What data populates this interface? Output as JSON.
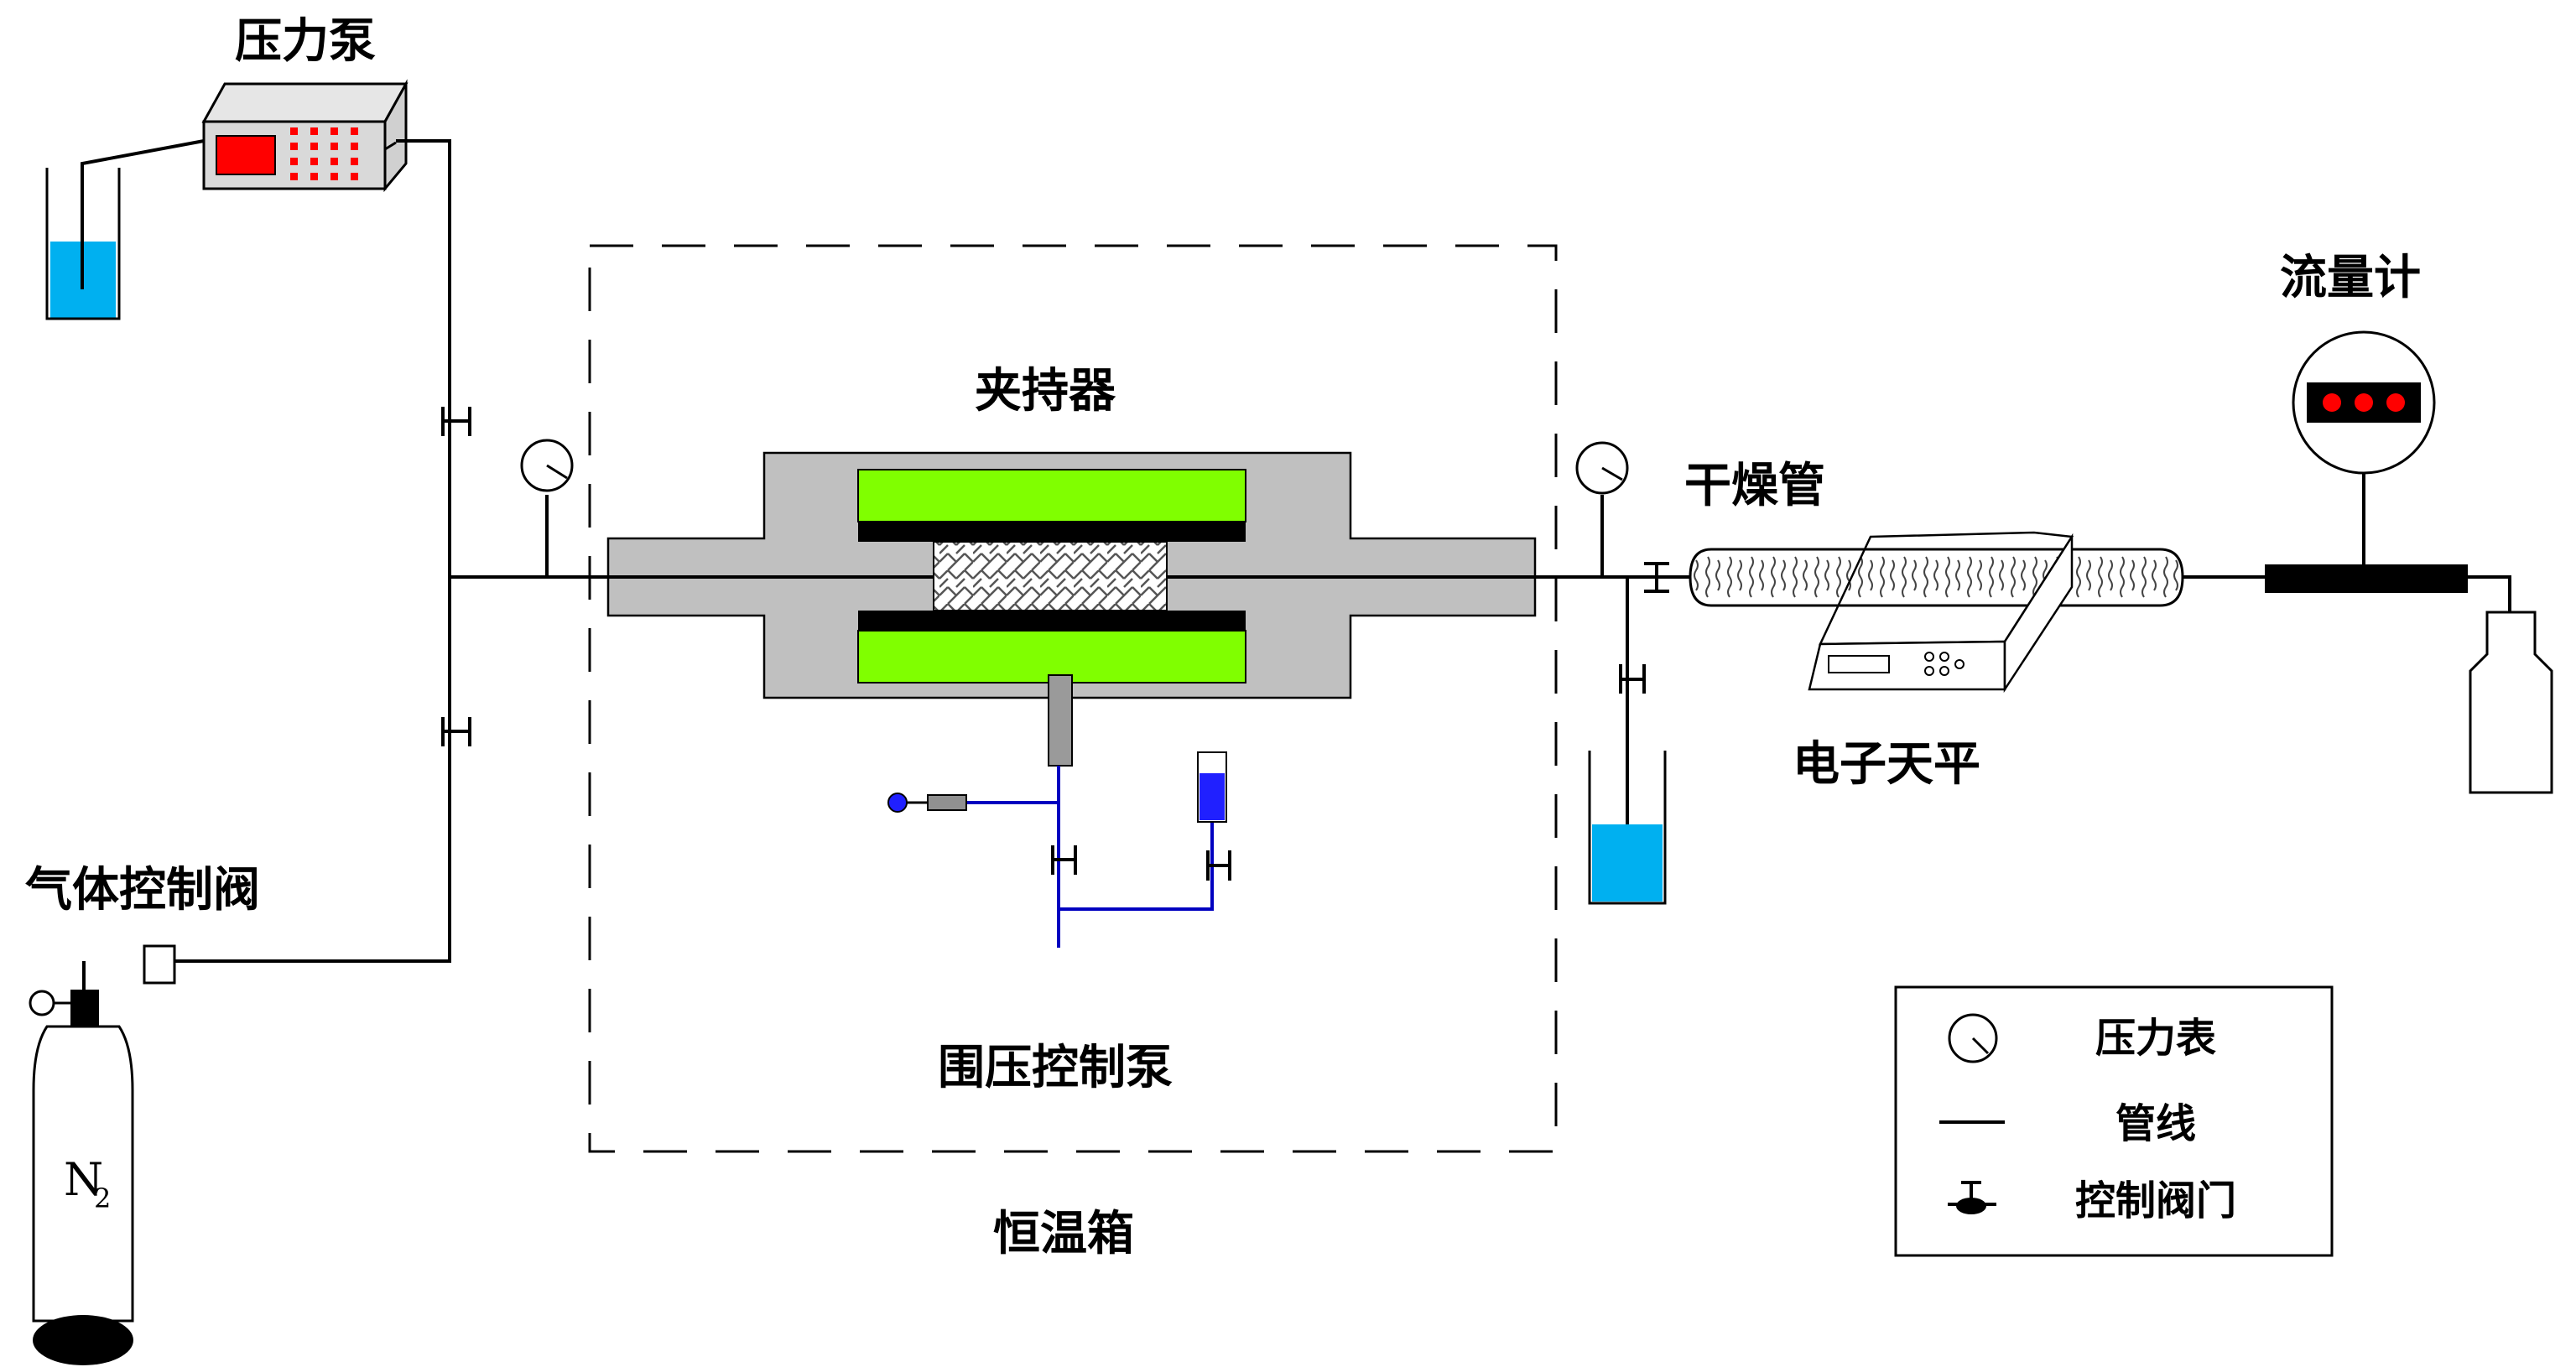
{
  "labels": {
    "pressure_pump": "压力泵",
    "gas_control_valve": "气体控制阀",
    "holder": "夹持器",
    "drying_tube": "干燥管",
    "flowmeter": "流量计",
    "electronic_balance": "电子天平",
    "confining_pressure_pump": "围压控制泵",
    "thermostat": "恒温箱",
    "gas_cylinder": {
      "main": "N",
      "sub": "2"
    }
  },
  "legend": {
    "items": [
      {
        "icon": "pressure-gauge-icon",
        "label": "压力表"
      },
      {
        "icon": "pipeline-line-icon",
        "label": "管线"
      },
      {
        "icon": "control-valve-icon",
        "label": "控制阀门"
      }
    ]
  },
  "colors": {
    "line": "#000000",
    "water": "#00b0f0",
    "core_sleeve": "#80ff00",
    "holder_body": "#c0c0c0",
    "pump_display": "#ff0000",
    "confining_line": "#0000c0",
    "confining_accent": "#2020ff"
  }
}
